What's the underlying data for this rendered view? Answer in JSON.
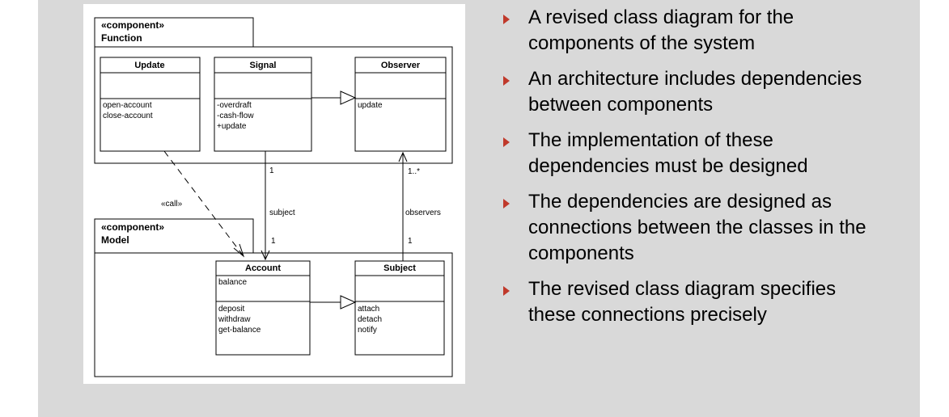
{
  "diagram": {
    "function_component": {
      "stereotype": "«component»",
      "name": "Function"
    },
    "model_component": {
      "stereotype": "«component»",
      "name": "Model"
    },
    "classes": {
      "update": {
        "name": "Update",
        "attributes": [],
        "operations": [
          "open-account",
          "close-account"
        ]
      },
      "signal": {
        "name": "Signal",
        "attributes": [],
        "operations": [
          "-overdraft",
          "-cash-flow",
          "+update"
        ]
      },
      "observer": {
        "name": "Observer",
        "attributes": [],
        "operations": [
          "update"
        ]
      },
      "account": {
        "name": "Account",
        "attributes": [
          "balance"
        ],
        "operations": [
          "deposit",
          "withdraw",
          "get-balance"
        ]
      },
      "subject": {
        "name": "Subject",
        "attributes": [],
        "operations": [
          "attach",
          "detach",
          "notify"
        ]
      }
    },
    "connectors": {
      "call_label": "«call»",
      "subject_label": "subject",
      "subject_mult_top": "1",
      "subject_mult_bottom": "1",
      "observers_label": "observers",
      "observers_mult_top": "1..*",
      "observers_mult_bottom": "1"
    }
  },
  "bullets": [
    "A revised class diagram for the components of the system",
    "An architecture includes dependencies between components",
    "The implementation of these dependencies must be designed",
    "The dependencies are designed as connections between the classes in the components",
    "The revised class diagram specifies these connections precisely"
  ]
}
